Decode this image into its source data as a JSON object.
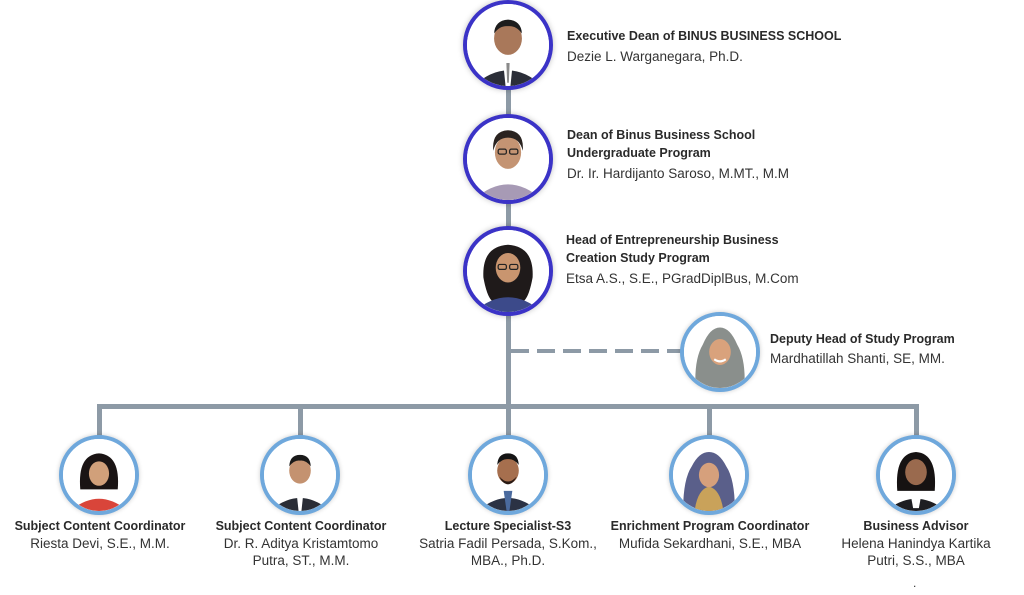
{
  "colors": {
    "connector": "#8d9aa6",
    "top_ring": "#3b33c7",
    "sub_ring": "#6fa8dc"
  },
  "executive_dean": {
    "role": "Executive Dean of BINUS BUSINESS SCHOOL",
    "name": "Dezie L. Warganegara, Ph.D.",
    "icon": "person-photo-icon"
  },
  "dean_undergrad": {
    "role_line1": "Dean of Binus Business School",
    "role_line2": "Undergraduate Program",
    "name": "Dr. Ir. Hardijanto Saroso, M.MT., M.M",
    "icon": "person-photo-icon"
  },
  "head_program": {
    "role_line1": "Head of Entrepreneurship Business",
    "role_line2": "Creation Study Program",
    "name": "Etsa A.S., S.E., PGradDiplBus, M.Com",
    "icon": "person-photo-icon"
  },
  "deputy_head": {
    "role": "Deputy Head of Study Program",
    "name": "Mardhatillah Shanti, SE, MM.",
    "icon": "person-photo-icon"
  },
  "staff": [
    {
      "role": "Subject Content Coordinator",
      "name_line1": "Riesta Devi, S.E., M.M.",
      "name_line2": ""
    },
    {
      "role": "Subject Content Coordinator",
      "name_line1": "Dr. R. Aditya Kristamtomo",
      "name_line2": "Putra, ST., M.M."
    },
    {
      "role": "Lecture Specialist-S3",
      "name_line1": "Satria Fadil Persada, S.Kom.,",
      "name_line2": "MBA., Ph.D."
    },
    {
      "role": "Enrichment Program Coordinator",
      "name_line1": "Mufida Sekardhani, S.E., MBA",
      "name_line2": ""
    },
    {
      "role": "Business Advisor",
      "name_line1": "Helena Hanindya Kartika",
      "name_line2": "Putri, S.S., MBA"
    }
  ],
  "trailing_mark": "."
}
